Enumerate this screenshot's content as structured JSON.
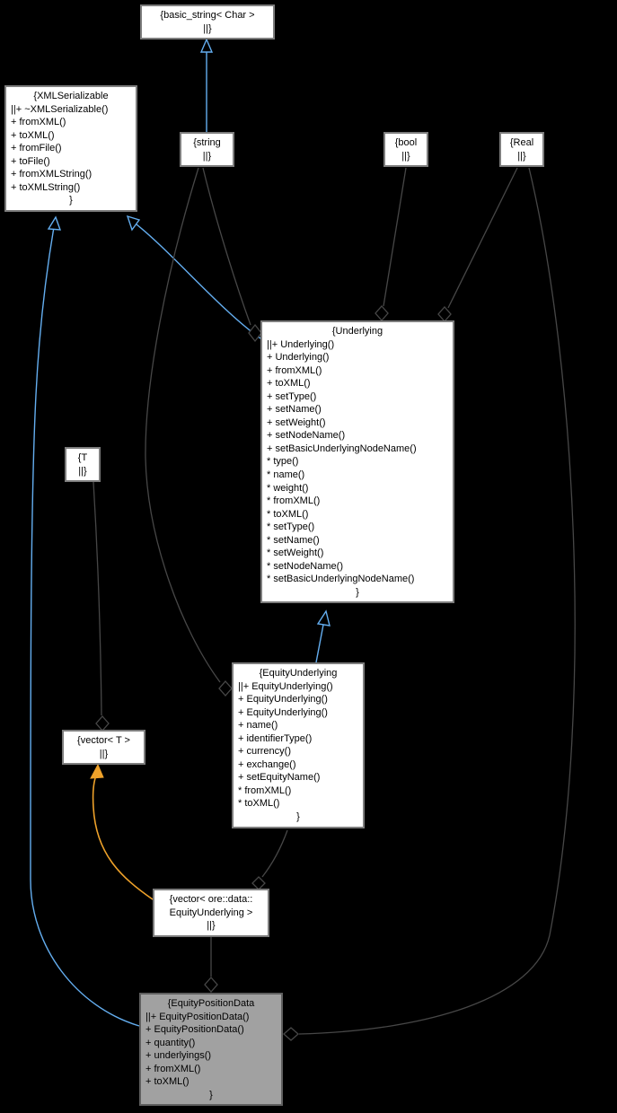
{
  "diagram": {
    "kind": "uml-collaboration-diagram",
    "colors": {
      "background": "#000000",
      "inheritance_edge": "#64aef0",
      "aggregation_edge": "#474747",
      "template_edge": "#efa22a",
      "node_fill": "#ffffff",
      "node_border": "#7d7d7d",
      "highlight_fill": "#a1a1a1",
      "highlight_border": "#5f5f5f",
      "text": "#000000"
    },
    "nodes": [
      {
        "id": "basic-string",
        "highlight": false,
        "lines": [
          "{basic_string< Char >",
          "||}"
        ]
      },
      {
        "id": "xml-serializable",
        "highlight": false,
        "lines": [
          "{XMLSerializable",
          "||+ ~XMLSerializable()",
          "+ fromXML()",
          "+ toXML()",
          "+ fromFile()",
          "+ toFile()",
          "+ fromXMLString()",
          "+ toXMLString()",
          "}"
        ]
      },
      {
        "id": "string",
        "highlight": false,
        "lines": [
          "{string",
          "||}"
        ]
      },
      {
        "id": "bool",
        "highlight": false,
        "lines": [
          "{bool",
          "||}"
        ]
      },
      {
        "id": "real",
        "highlight": false,
        "lines": [
          "{Real",
          "||}"
        ]
      },
      {
        "id": "underlying",
        "highlight": false,
        "lines": [
          "{Underlying",
          "||+ Underlying()",
          "+ Underlying()",
          "+ fromXML()",
          "+ toXML()",
          "+ setType()",
          "+ setName()",
          "+ setWeight()",
          "+ setNodeName()",
          "+ setBasicUnderlyingNodeName()",
          "* type()",
          "* name()",
          "* weight()",
          "* fromXML()",
          "* toXML()",
          "* setType()",
          "* setName()",
          "* setWeight()",
          "* setNodeName()",
          "* setBasicUnderlyingNodeName()",
          "}"
        ]
      },
      {
        "id": "t",
        "highlight": false,
        "lines": [
          "{T",
          "||}"
        ]
      },
      {
        "id": "equity-underlying",
        "highlight": false,
        "lines": [
          "{EquityUnderlying",
          "||+ EquityUnderlying()",
          "+ EquityUnderlying()",
          "+ EquityUnderlying()",
          "+ name()",
          "+ identifierType()",
          "+ currency()",
          "+ exchange()",
          "+ setEquityName()",
          "* fromXML()",
          "* toXML()",
          "}"
        ]
      },
      {
        "id": "vector-t",
        "highlight": false,
        "lines": [
          "{vector< T >",
          "||}"
        ]
      },
      {
        "id": "vector-equity-underlying",
        "highlight": false,
        "lines": [
          "{vector< ore::data::",
          "EquityUnderlying >",
          "||}"
        ]
      },
      {
        "id": "equity-position-data",
        "highlight": true,
        "lines": [
          "{EquityPositionData",
          "||+ EquityPositionData()",
          "+ EquityPositionData()",
          "+ quantity()",
          "+ underlyings()",
          "+ fromXML()",
          "+ toXML()",
          "}"
        ]
      }
    ],
    "edges": [
      {
        "from": "string",
        "to": "basic-string",
        "relation": "inheritance"
      },
      {
        "from": "underlying",
        "to": "xml-serializable",
        "relation": "inheritance"
      },
      {
        "from": "equity-position-data",
        "to": "xml-serializable",
        "relation": "inheritance"
      },
      {
        "from": "equity-underlying",
        "to": "underlying",
        "relation": "inheritance"
      },
      {
        "from": "string",
        "to": "underlying",
        "relation": "aggregation"
      },
      {
        "from": "bool",
        "to": "underlying",
        "relation": "aggregation"
      },
      {
        "from": "real",
        "to": "underlying",
        "relation": "aggregation"
      },
      {
        "from": "real",
        "to": "equity-position-data",
        "relation": "aggregation"
      },
      {
        "from": "string",
        "to": "equity-underlying",
        "relation": "aggregation"
      },
      {
        "from": "t",
        "to": "vector-t",
        "relation": "aggregation"
      },
      {
        "from": "vector-equity-underlying",
        "to": "vector-t",
        "relation": "template-instantiation"
      },
      {
        "from": "equity-underlying",
        "to": "vector-equity-underlying",
        "relation": "aggregation"
      },
      {
        "from": "vector-equity-underlying",
        "to": "equity-position-data",
        "relation": "aggregation"
      }
    ]
  }
}
